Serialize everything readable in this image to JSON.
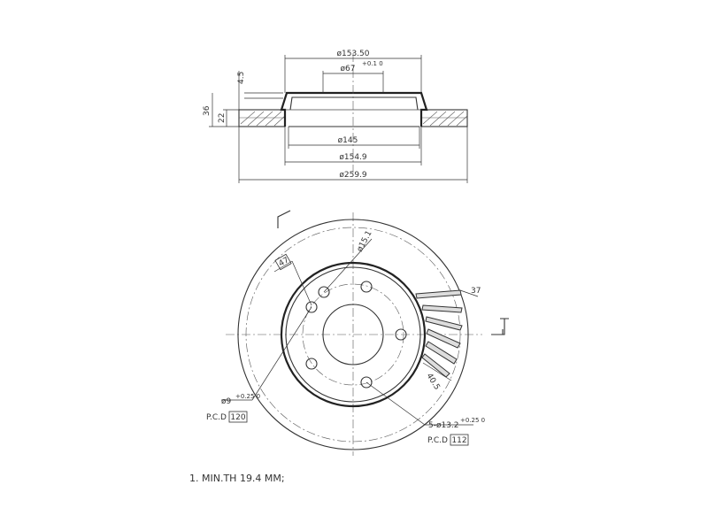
{
  "side_view": {
    "dim_outer_hat": "ø153.50",
    "dim_bore": "ø67",
    "dim_bore_tol": "+0.1 0",
    "dim_hat_height": "4.5",
    "dim_total_height": "36",
    "dim_disc_thickness": "22",
    "dim_inner": "ø145",
    "dim_hat_base": "ø154.9",
    "dim_outer": "ø259.9"
  },
  "front_view": {
    "dim_hole_small": "ø9",
    "dim_hole_small_tol": "+0.25 0",
    "pcd_small_label": "P.C.D",
    "pcd_small_value": "120",
    "dim_holes_large": "5-ø13.2",
    "dim_holes_large_tol": "+0.25 0",
    "pcd_large_label": "P.C.D",
    "pcd_large_value": "112",
    "dim_pilot": "ø15.1",
    "dim_angle": "47",
    "dim_vane": "37",
    "dim_vane_width": "40.5"
  },
  "notes": {
    "min_thickness": "1. MIN.TH 19.4 MM;"
  }
}
